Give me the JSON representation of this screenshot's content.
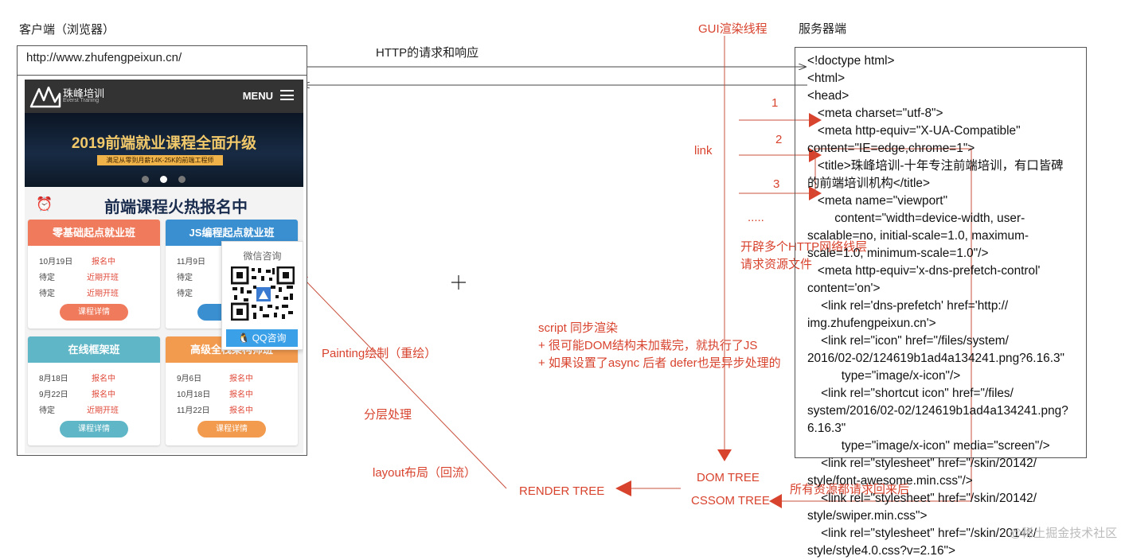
{
  "client_label": "客户端（浏览器）",
  "server_label": "服务器端",
  "url": "http://www.zhufengpeixun.cn/",
  "http_label": "HTTP的请求和响应",
  "gui_thread_label": "GUI渲染线程",
  "link_label": "link",
  "steps": [
    "1",
    "2",
    "3",
    "....."
  ],
  "http_threads_label": [
    "开辟多个HTTP网络线层",
    "请求资源文件"
  ],
  "script_note": [
    "script 同步渲染",
    "+ 很可能DOM结构未加载完，就执行了JS",
    "+ 如果设置了async 后者 defer也是异步处理的"
  ],
  "painting_label": "Painting绘制（重绘）",
  "layer_label": "分层处理",
  "layout_label": "layout布局（回流）",
  "render_tree_label": "RENDER TREE",
  "dom_tree_label": "DOM TREE",
  "cssom_tree_label": "CSSOM TREE",
  "all_resources_label": "所有资源都请求回来后",
  "watermark": "@稀土掘金技术社区",
  "code_lines": [
    "<!doctype html>",
    "<html>",
    "<head>",
    "   <meta charset=\"utf-8\">",
    "   <meta http-equiv=\"X-UA-Compatible\"",
    "content=\"IE=edge,chrome=1\">",
    "   <title>珠峰培训-十年专注前端培训，有口皆碑",
    "的前端培训机构</title>",
    "   <meta name=\"viewport\"",
    "        content=\"width=device-width, user-",
    "scalable=no, initial-scale=1.0, maximum-",
    "scale=1.0, minimum-scale=1.0\"/>",
    "   <meta http-equiv='x-dns-prefetch-control'",
    "content='on'>",
    "    <link rel='dns-prefetch' href='http://",
    "img.zhufengpeixun.cn'>",
    "    <link rel=\"icon\" href=\"/files/system/",
    "2016/02-02/124619b1ad4a134241.png?6.16.3\"",
    "          type=\"image/x-icon\"/>",
    "    <link rel=\"shortcut icon\" href=\"/files/",
    "system/2016/02-02/124619b1ad4a134241.png?",
    "6.16.3\"",
    "          type=\"image/x-icon\" media=\"screen\"/>",
    "    <link rel=\"stylesheet\" href=\"/skin/20142/",
    "style/font-awesome.min.css\"/>",
    "    <link rel=\"stylesheet\" href=\"/skin/20142/",
    "style/swiper.min.css\">",
    "    <link rel=\"stylesheet\" href=\"/skin/20142/",
    "style/style4.0.css?v=2.16\">"
  ],
  "site": {
    "logo_cn": "珠峰培训",
    "logo_en": "Everst Traning",
    "menu": "MENU",
    "banner_title": "2019前端就业课程全面升级",
    "banner_sub": "满足从零到月薪14K-25K的前端工程师",
    "hot_title": "前端课程火热报名中",
    "wechat_title": "微信咨询",
    "qq_button": "QQ咨询",
    "courses": [
      {
        "title": "零基础起点就业班",
        "color": "#f07a5c",
        "rows": [
          [
            "10月19日",
            "报名中"
          ],
          [
            "待定",
            "近期开班"
          ],
          [
            "待定",
            "近期开班"
          ]
        ],
        "button": "课程详情",
        "btn_color": "#f07a5c"
      },
      {
        "title": "JS编程起点就业班",
        "color": "#3a8fd0",
        "rows": [
          [
            "11月9日",
            ""
          ],
          [
            "待定",
            ""
          ],
          [
            "待定",
            ""
          ]
        ],
        "button": "",
        "btn_color": "#3a8fd0"
      },
      {
        "title": "在线框架班",
        "color": "#5fb6c6",
        "rows": [
          [
            "8月18日",
            "报名中"
          ],
          [
            "9月22日",
            "报名中"
          ],
          [
            "待定",
            "近期开班"
          ]
        ],
        "button": "课程详情",
        "btn_color": "#5fb6c6"
      },
      {
        "title": "高级全栈架构师班",
        "color": "#f29a4e",
        "rows": [
          [
            "9月6日",
            "报名中"
          ],
          [
            "10月18日",
            "报名中"
          ],
          [
            "11月22日",
            "报名中"
          ]
        ],
        "button": "课程详情",
        "btn_color": "#f29a4e"
      }
    ]
  },
  "colors": {
    "accent": "#d8432e",
    "line": "#444444"
  }
}
